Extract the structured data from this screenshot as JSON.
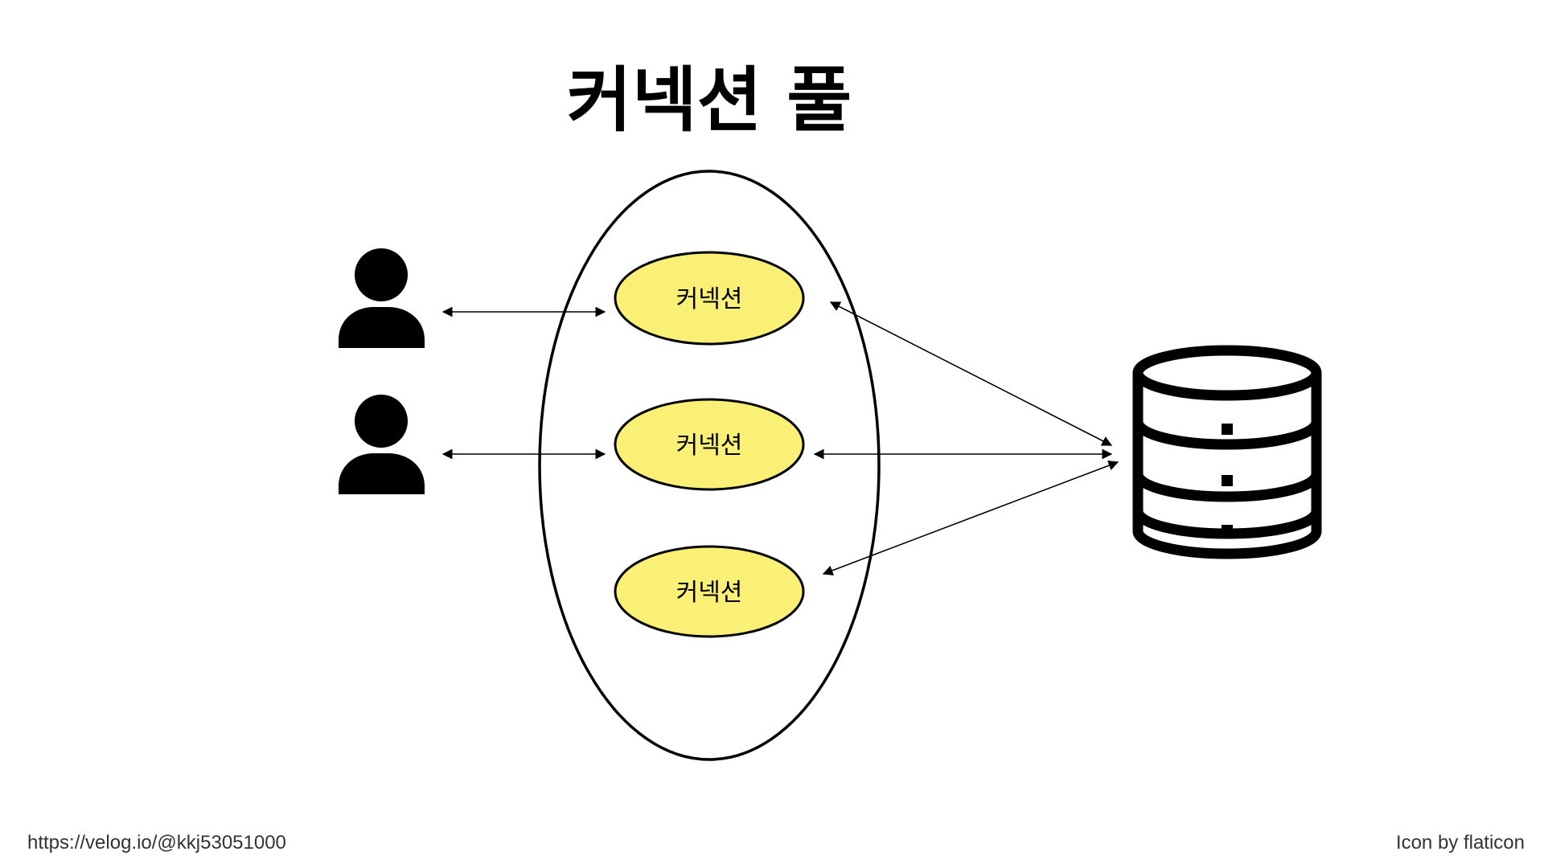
{
  "title": "커넥션 풀",
  "pool": {
    "connections": [
      {
        "label": "커넥션"
      },
      {
        "label": "커넥션"
      },
      {
        "label": "커넥션"
      }
    ]
  },
  "clients": [
    {
      "icon": "user-icon"
    },
    {
      "icon": "user-icon"
    }
  ],
  "database": {
    "icon": "database-icon"
  },
  "colors": {
    "connection_fill": "#FAF075",
    "stroke": "#000000",
    "background": "#FFFFFF"
  },
  "footer": {
    "source": "https://velog.io/@kkj53051000",
    "credit": "Icon by flaticon"
  }
}
